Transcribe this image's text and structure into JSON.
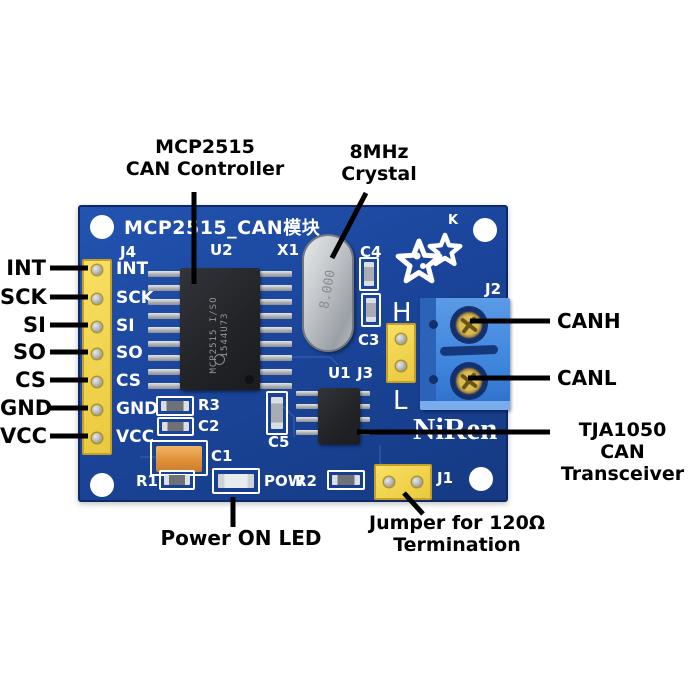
{
  "annotations": {
    "chip": {
      "line1": "MCP2515",
      "line2": "CAN Controller"
    },
    "crystal": {
      "line1": "8MHz",
      "line2": "Crystal"
    },
    "left_pins": [
      "INT",
      "SCK",
      "SI",
      "SO",
      "CS",
      "GND",
      "VCC"
    ],
    "canh": "CANH",
    "canl": "CANL",
    "transceiver": {
      "line1": "TJA1050",
      "line2": "CAN Transceiver"
    },
    "power_led": "Power ON LED",
    "jumper": {
      "line1": "Jumper for 120Ω",
      "line2": "Termination"
    }
  },
  "board": {
    "title": "MCP2515_CAN",
    "title_suffix": "模块",
    "corner_mark": "K",
    "brand": "NiRen",
    "pin_labels": [
      "INT",
      "SCK",
      "SI",
      "SO",
      "CS",
      "GND",
      "VCC"
    ],
    "refs": {
      "j4": "J4",
      "u2": "U2",
      "x1": "X1",
      "c4": "C4",
      "c3": "C3",
      "c5": "C5",
      "u1": "U1",
      "j3": "J3",
      "j2": "J2",
      "j1": "J1",
      "r1": "R1",
      "r2": "R2",
      "r3": "R3",
      "c1": "C1",
      "c2": "C2",
      "pow": "POW",
      "h": "H",
      "l": "L"
    },
    "u2_marking": {
      "line1": "MCP2515",
      "line2": "I/SO",
      "line3": "1544U73"
    },
    "crystal_marking": "8.000"
  },
  "colors": {
    "pcb": "#1b449b",
    "header_yellow": "#f2d84b",
    "terminal_blue": "#4a90e0",
    "silkscreen": "#ffffff",
    "annotation": "#000000",
    "cap_orange": "#e09038"
  }
}
